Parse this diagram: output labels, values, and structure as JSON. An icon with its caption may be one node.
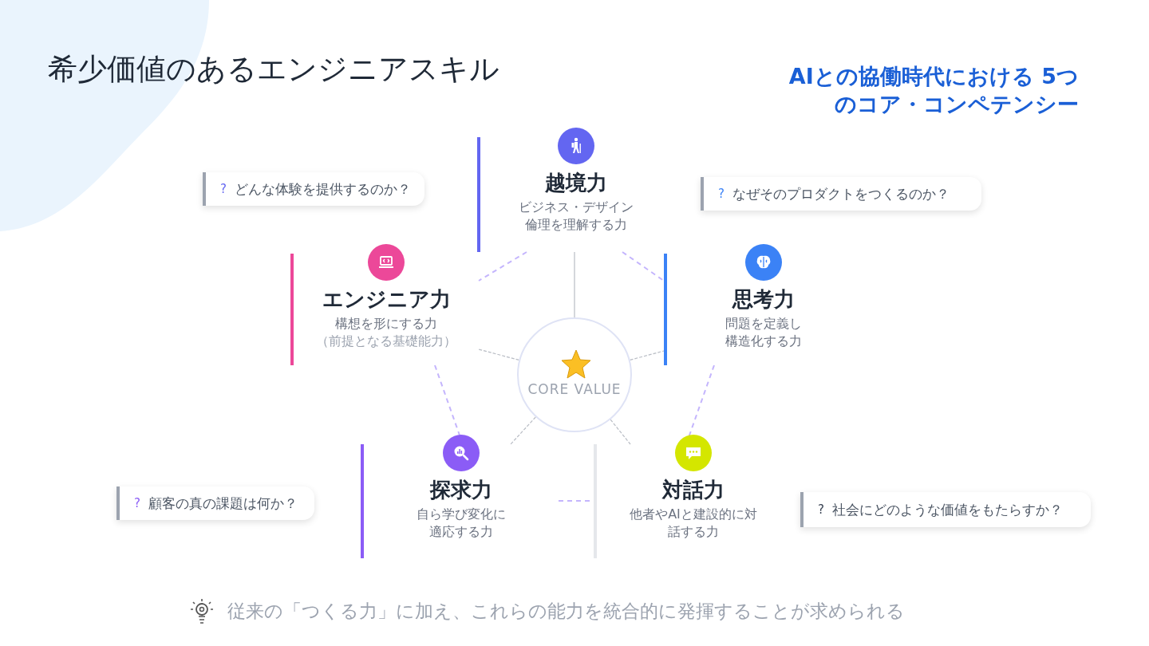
{
  "diagram": {
    "title": "希少価値のあるエンジニアスキル",
    "caption": "従来の「つくる力」に加え、これらの能力を統合的に発揮することが求められる",
    "nodes": [
      {
        "text": [
          "CORE VALUE"
        ]
      },
      {
        "text": [
          "越境力",
          "ビジネス・デザイン倫理を理解する力"
        ]
      },
      {
        "text": [
          "エンジニア力",
          "構想を形にする力",
          "（前提となる基礎能力）"
        ]
      },
      {
        "text": [
          "思考力",
          "問題を定義し構造化する力"
        ]
      },
      {
        "text": [
          "探求力",
          "自ら学び変化に適応する力"
        ]
      },
      {
        "text": [
          "対話力",
          "他者やAIと建設的に対話する力"
        ]
      },
      {
        "text": [
          "?",
          "どんな体験を提供するのか？"
        ]
      },
      {
        "text": [
          "?",
          "なぜそのプロダクトをつくるのか？"
        ]
      },
      {
        "text": [
          "?",
          "顧客の真の課題は何か？"
        ]
      },
      {
        "text": [
          "?",
          "社会にどのような価値をもたらすか？"
        ]
      }
    ],
    "edges": [
      {
        "from": 0,
        "to": 1,
        "arrow": "none"
      },
      {
        "from": 0,
        "to": 2,
        "arrow": "none",
        "style": "dashed"
      },
      {
        "from": 0,
        "to": 3,
        "arrow": "none",
        "style": "dashed"
      },
      {
        "from": 0,
        "to": 4,
        "arrow": "none",
        "style": "dashed"
      },
      {
        "from": 0,
        "to": 5,
        "arrow": "none",
        "style": "dashed"
      },
      {
        "from": 1,
        "to": 2,
        "arrow": "none",
        "style": "dashed",
        "color": "#c4b5fd"
      },
      {
        "from": 1,
        "to": 3,
        "arrow": "none",
        "style": "dashed",
        "color": "#c4b5fd"
      },
      {
        "from": 2,
        "to": 4,
        "arrow": "none",
        "style": "dashed",
        "color": "#c4b5fd"
      },
      {
        "from": 3,
        "to": 5,
        "arrow": "none",
        "style": "dashed",
        "color": "#c4b5fd"
      },
      {
        "from": 4,
        "to": 5,
        "arrow": "none",
        "style": "dashed",
        "color": "#c4b5fd"
      }
    ],
    "labels": [
      "AIとの協働時代における 5つのコア・コンペテンシー"
    ]
  }
}
